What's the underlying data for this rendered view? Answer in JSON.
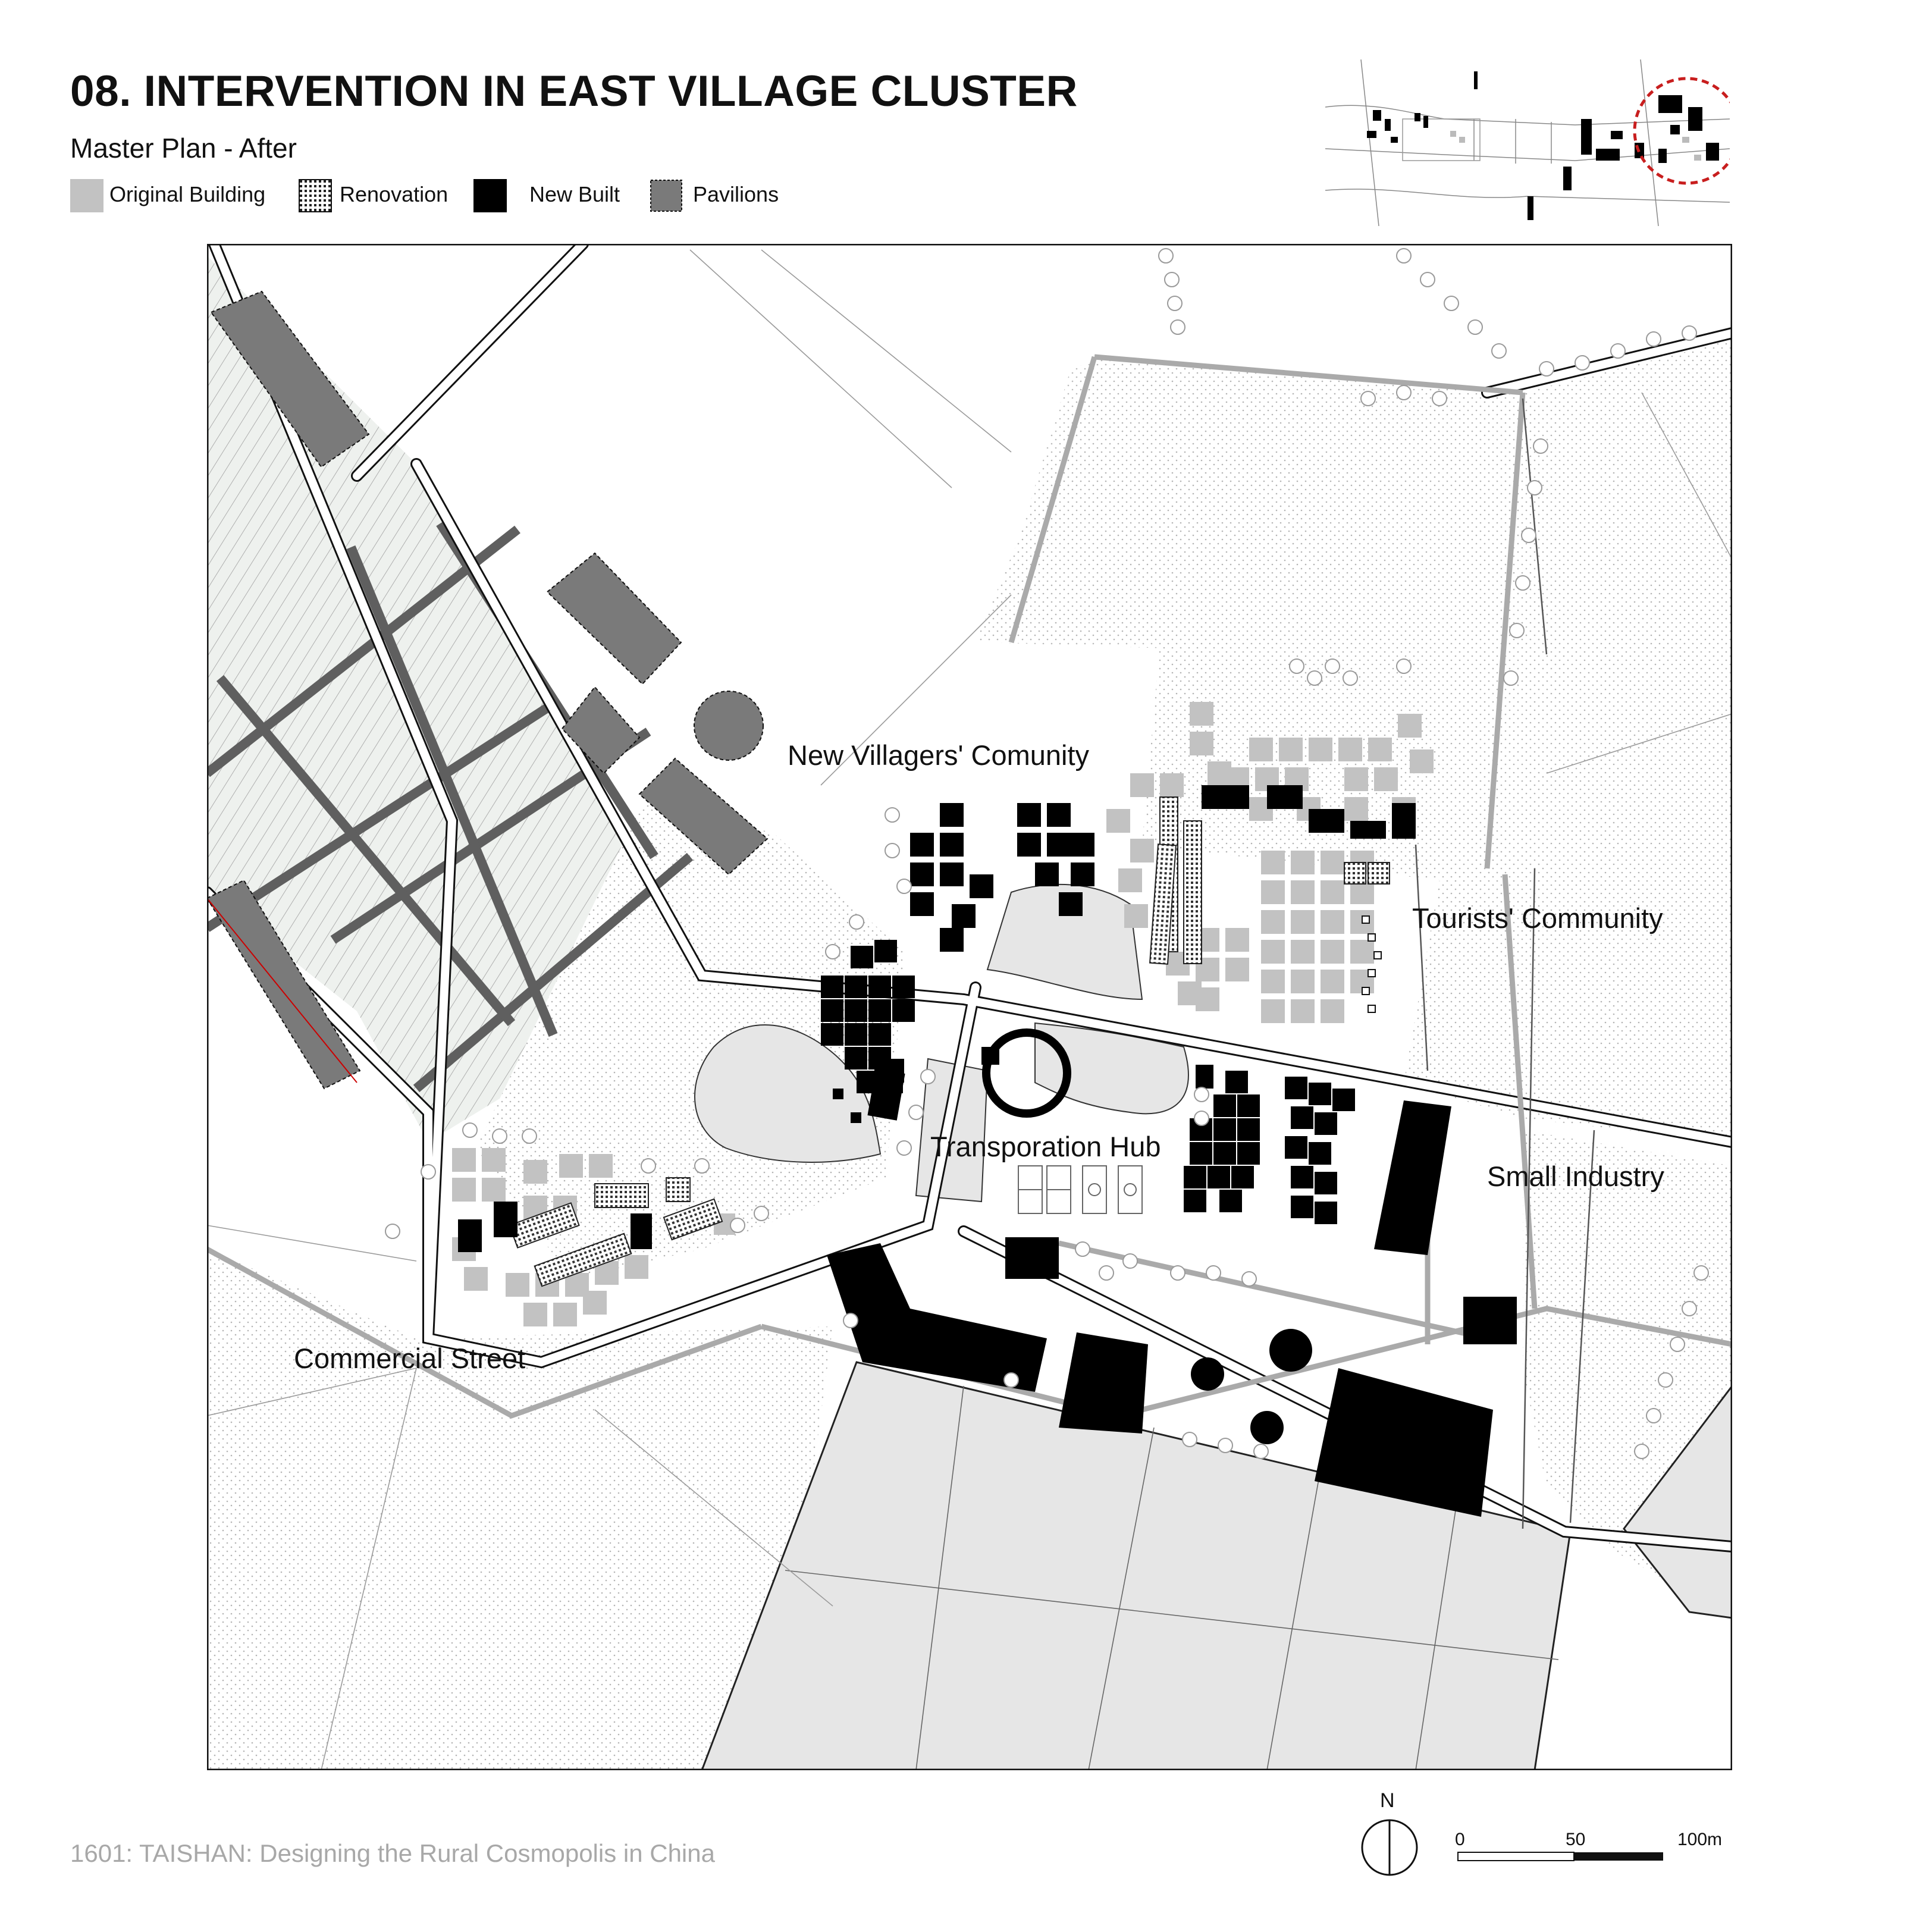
{
  "header": {
    "title": "08. INTERVENTION IN EAST VILLAGE CLUSTER",
    "subtitle": "Master Plan - After"
  },
  "legend": [
    {
      "label": "Original Building",
      "icon": "original-building-swatch",
      "color": "#c2c2c2"
    },
    {
      "label": "Renovation",
      "icon": "renovation-swatch",
      "color": "#ffffff"
    },
    {
      "label": "New Built",
      "icon": "new-built-swatch",
      "color": "#000000"
    },
    {
      "label": "Pavilions",
      "icon": "pavilions-swatch",
      "color": "#7a7a7a"
    }
  ],
  "map": {
    "labels": {
      "new_villagers": "New Villagers' Comunity",
      "tourists": "Tourists' Community",
      "transport": "Transporation Hub",
      "small_industry": "Small Industry",
      "commercial": "Commercial Street"
    },
    "north": "N",
    "scale": {
      "zero": "0",
      "mid": "50",
      "end": "100m"
    }
  },
  "footer": "1601: TAISHAN: Designing the Rural Cosmopolis in China",
  "colors": {
    "original": "#c2c2c2",
    "new_built": "#000000",
    "pavilion": "#7a7a7a",
    "field": "#e6e6e6",
    "highlight": "#cc0000"
  }
}
